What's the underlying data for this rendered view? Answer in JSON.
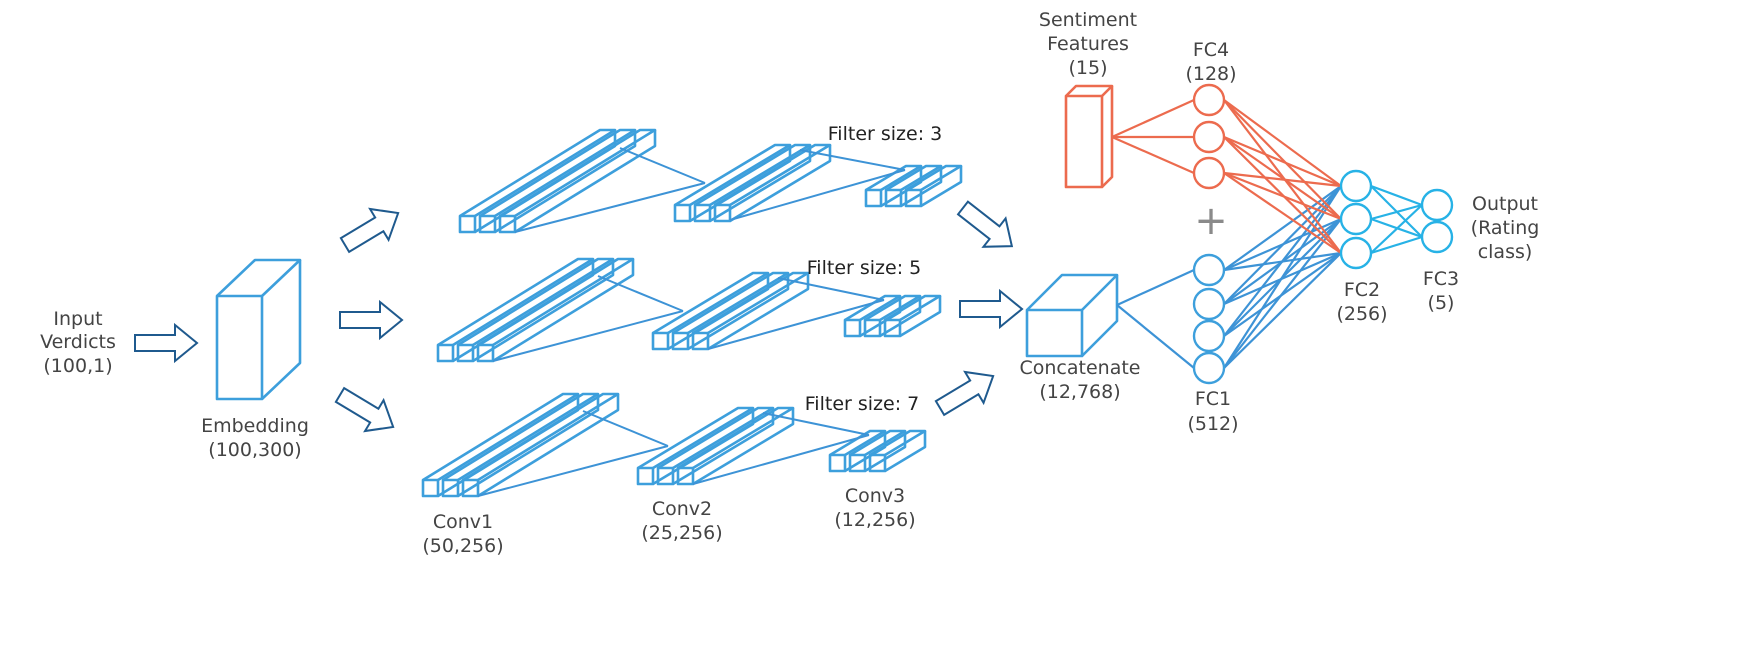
{
  "colors": {
    "blue": "#3d9fdc",
    "blue_conn": "#3d93d6",
    "red": "#ec6b4e",
    "cyan": "#27b2e6",
    "navy_arrow": "#1f5a8e"
  },
  "input": {
    "line1": "Input",
    "line2": "Verdicts",
    "shape": "(100,1)"
  },
  "embedding": {
    "name": "Embedding",
    "shape": "(100,300)"
  },
  "branches": [
    {
      "filter_label": "Filter size: 3"
    },
    {
      "filter_label": "Filter size: 5"
    },
    {
      "filter_label": "Filter size: 7"
    }
  ],
  "conv_layers": [
    {
      "name": "Conv1",
      "shape": "(50,256)"
    },
    {
      "name": "Conv2",
      "shape": "(25,256)"
    },
    {
      "name": "Conv3",
      "shape": "(12,256)"
    }
  ],
  "concatenate": {
    "name": "Concatenate",
    "shape": "(12,768)"
  },
  "sentiment": {
    "line1": "Sentiment",
    "line2": "Features",
    "shape": "(15)"
  },
  "fc4": {
    "name": "FC4",
    "shape": "(128)"
  },
  "fc1": {
    "name": "FC1",
    "shape": "(512)"
  },
  "fc2": {
    "name": "FC2",
    "shape": "(256)"
  },
  "fc3": {
    "name": "FC3",
    "shape": "(5)"
  },
  "output": {
    "line1": "Output",
    "line2": "(Rating",
    "line3": "class)"
  },
  "plus_sign": "+"
}
